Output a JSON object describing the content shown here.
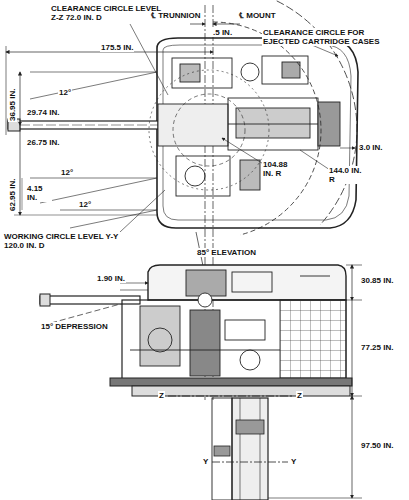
{
  "diagram": {
    "labels": [
      "CLEARANCE CIRCLE LEVEL Z-Z 72.0 IN. D",
      "℄ TRUNNION",
      "℄ MOUNT",
      ".5 IN.",
      "CLEARANCE CIRCLE FOR EJECTED CARTRIDGE CASES",
      "175.5 IN.",
      "12°",
      "36.95 IN.",
      "29.74 IN.",
      "3.0 IN.",
      "26.75 IN.",
      "12°",
      "62.95 IN.",
      "4.15 IN.",
      "12°",
      "104.88 IN. R",
      "144.0 IN. R",
      "WORKING CIRCLE LEVEL Y-Y 120.0 IN. D",
      "85° ELEVATION",
      "1.90 IN.",
      "30.85 IN.",
      "15° DEPRESSION",
      "77.25 IN.",
      "Z",
      "Z",
      "97.50 IN.",
      "Y",
      "Y"
    ]
  }
}
